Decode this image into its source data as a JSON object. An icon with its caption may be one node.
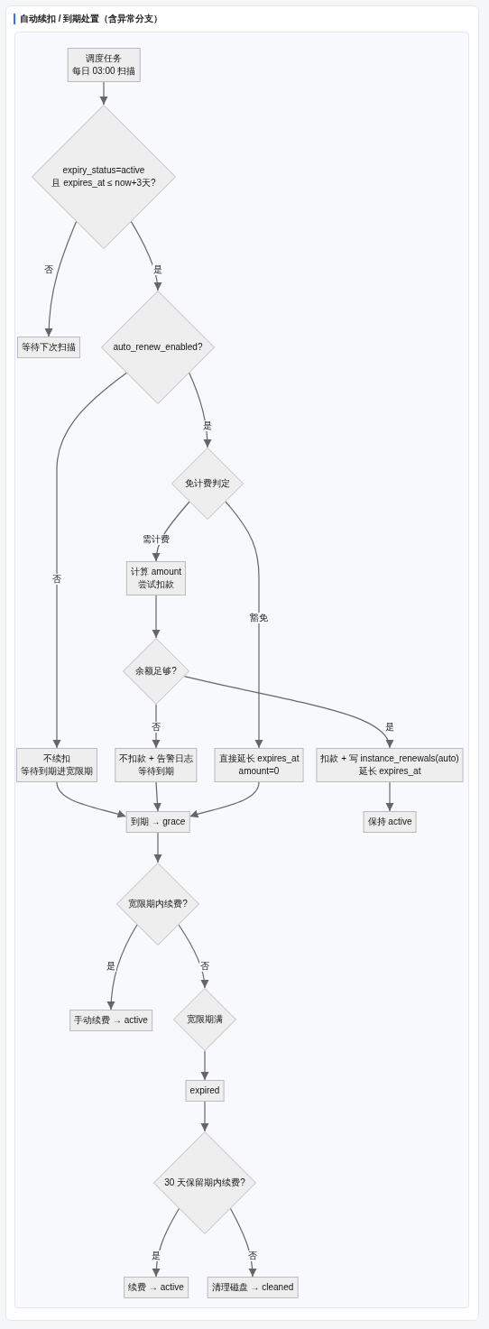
{
  "diagram": {
    "title": "自动续扣 / 到期处置（含异常分支）",
    "nodes": [
      {
        "text": [
          "调度任务",
          "每日 03:00 扫描"
        ]
      },
      {
        "text": [
          "expiry_status=active",
          "且 expires_at ≤ now+3天?"
        ]
      },
      {
        "text": [
          "等待下次扫描"
        ]
      },
      {
        "text": [
          "auto_renew_enabled?"
        ]
      },
      {
        "text": [
          "免计费判定"
        ]
      },
      {
        "text": [
          "计算 amount",
          "尝试扣款"
        ]
      },
      {
        "text": [
          "余额足够?"
        ]
      },
      {
        "text": [
          "不续扣",
          "等待到期进宽限期"
        ]
      },
      {
        "text": [
          "不扣款 + 告警日志",
          "等待到期"
        ]
      },
      {
        "text": [
          "直接延长 expires_at",
          "amount=0"
        ]
      },
      {
        "text": [
          "扣款 + 写 instance_renewals(auto)",
          "延长 expires_at"
        ]
      },
      {
        "text": [
          "到期 → grace"
        ]
      },
      {
        "text": [
          "保持 active"
        ]
      },
      {
        "text": [
          "宽限期内续费?"
        ]
      },
      {
        "text": [
          "手动续费 → active"
        ]
      },
      {
        "text": [
          "宽限期满"
        ]
      },
      {
        "text": [
          "expired"
        ]
      },
      {
        "text": [
          "30 天保留期内续费?"
        ]
      },
      {
        "text": [
          "续费 → active"
        ]
      },
      {
        "text": [
          "清理磁盘 → cleaned"
        ]
      }
    ],
    "edges": [
      {
        "from": 0,
        "to": 1,
        "arrow": "to"
      },
      {
        "from": 1,
        "to": 2,
        "arrow": "to",
        "label": "否"
      },
      {
        "from": 1,
        "to": 3,
        "arrow": "to",
        "label": "是"
      },
      {
        "from": 3,
        "to": 7,
        "arrow": "to",
        "label": "否"
      },
      {
        "from": 3,
        "to": 4,
        "arrow": "to",
        "label": "是"
      },
      {
        "from": 4,
        "to": 5,
        "arrow": "to",
        "label": "需计费"
      },
      {
        "from": 4,
        "to": 9,
        "arrow": "to",
        "label": "豁免"
      },
      {
        "from": 5,
        "to": 6,
        "arrow": "to"
      },
      {
        "from": 6,
        "to": 8,
        "arrow": "to",
        "label": "否"
      },
      {
        "from": 6,
        "to": 10,
        "arrow": "to",
        "label": "是"
      },
      {
        "from": 7,
        "to": 11,
        "arrow": "to"
      },
      {
        "from": 8,
        "to": 11,
        "arrow": "to"
      },
      {
        "from": 9,
        "to": 11,
        "arrow": "to"
      },
      {
        "from": 10,
        "to": 12,
        "arrow": "to"
      },
      {
        "from": 11,
        "to": 13,
        "arrow": "to"
      },
      {
        "from": 13,
        "to": 14,
        "arrow": "to",
        "label": "是"
      },
      {
        "from": 13,
        "to": 15,
        "arrow": "to",
        "label": "否"
      },
      {
        "from": 15,
        "to": 16,
        "arrow": "to"
      },
      {
        "from": 16,
        "to": 17,
        "arrow": "to"
      },
      {
        "from": 17,
        "to": 18,
        "arrow": "to",
        "label": "是"
      },
      {
        "from": 17,
        "to": 19,
        "arrow": "to",
        "label": "否"
      }
    ]
  }
}
